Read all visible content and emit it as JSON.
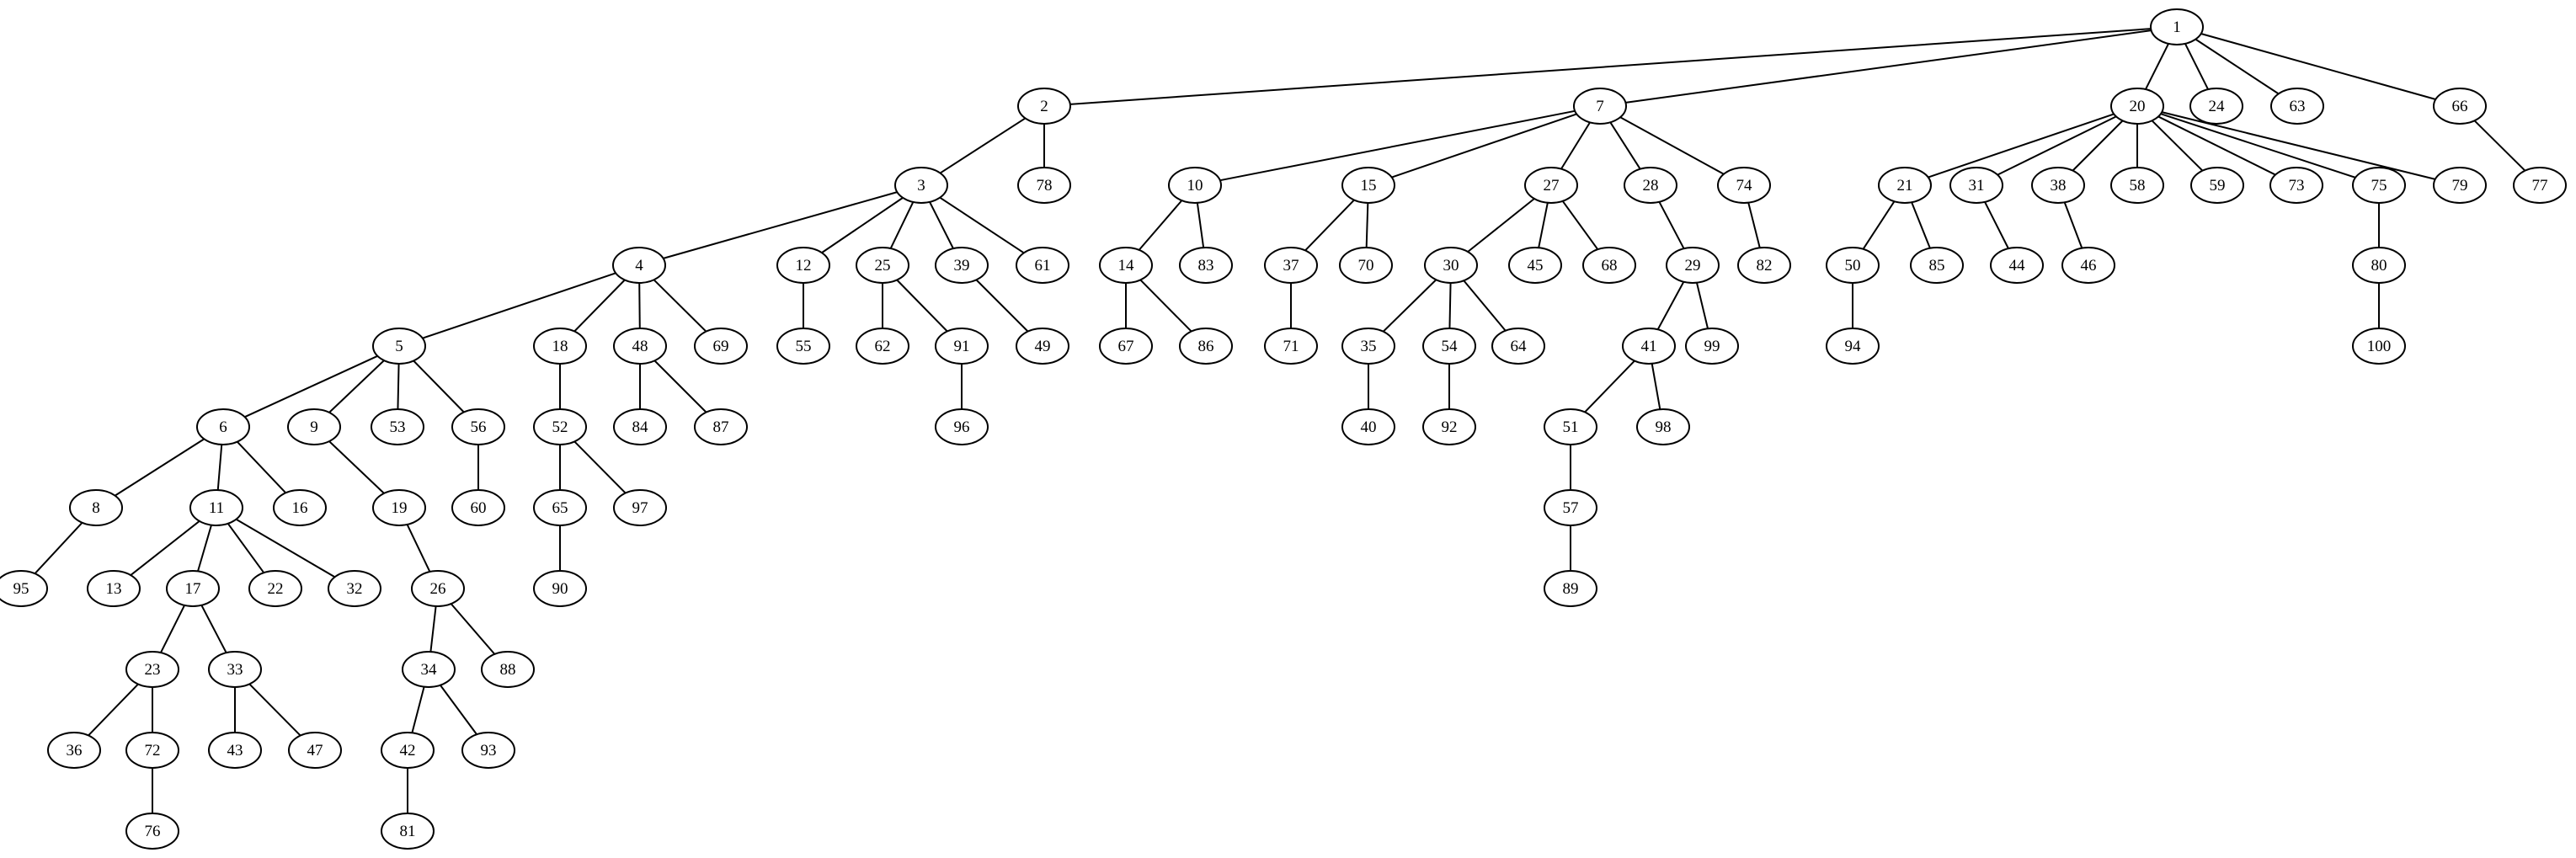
{
  "diagram": {
    "type": "tree",
    "colors": {
      "background": "#ffffff",
      "stroke": "#000000",
      "text": "#000000"
    },
    "nodes": [
      "1",
      "2",
      "3",
      "4",
      "5",
      "6",
      "7",
      "8",
      "9",
      "10",
      "11",
      "12",
      "13",
      "14",
      "15",
      "16",
      "17",
      "18",
      "19",
      "20",
      "21",
      "22",
      "23",
      "24",
      "25",
      "26",
      "27",
      "28",
      "29",
      "30",
      "31",
      "32",
      "33",
      "34",
      "35",
      "36",
      "37",
      "38",
      "39",
      "40",
      "41",
      "42",
      "43",
      "44",
      "45",
      "46",
      "47",
      "48",
      "49",
      "50",
      "51",
      "52",
      "53",
      "54",
      "55",
      "56",
      "57",
      "58",
      "59",
      "60",
      "61",
      "62",
      "63",
      "64",
      "65",
      "66",
      "67",
      "68",
      "69",
      "70",
      "71",
      "72",
      "73",
      "74",
      "75",
      "76",
      "77",
      "78",
      "79",
      "80",
      "81",
      "82",
      "83",
      "84",
      "85",
      "86",
      "87",
      "88",
      "89",
      "90",
      "91",
      "92",
      "93",
      "94",
      "95",
      "96",
      "97",
      "98",
      "99",
      "100"
    ],
    "edges": [
      [
        "1",
        "2"
      ],
      [
        "1",
        "7"
      ],
      [
        "1",
        "20"
      ],
      [
        "1",
        "24"
      ],
      [
        "1",
        "63"
      ],
      [
        "1",
        "66"
      ],
      [
        "2",
        "3"
      ],
      [
        "2",
        "78"
      ],
      [
        "3",
        "4"
      ],
      [
        "3",
        "12"
      ],
      [
        "3",
        "25"
      ],
      [
        "3",
        "39"
      ],
      [
        "3",
        "61"
      ],
      [
        "4",
        "5"
      ],
      [
        "4",
        "18"
      ],
      [
        "4",
        "48"
      ],
      [
        "4",
        "69"
      ],
      [
        "5",
        "6"
      ],
      [
        "5",
        "9"
      ],
      [
        "5",
        "53"
      ],
      [
        "5",
        "56"
      ],
      [
        "6",
        "8"
      ],
      [
        "6",
        "11"
      ],
      [
        "6",
        "16"
      ],
      [
        "8",
        "95"
      ],
      [
        "11",
        "13"
      ],
      [
        "11",
        "17"
      ],
      [
        "11",
        "22"
      ],
      [
        "11",
        "32"
      ],
      [
        "17",
        "23"
      ],
      [
        "17",
        "33"
      ],
      [
        "23",
        "36"
      ],
      [
        "23",
        "72"
      ],
      [
        "72",
        "76"
      ],
      [
        "33",
        "43"
      ],
      [
        "33",
        "47"
      ],
      [
        "9",
        "19"
      ],
      [
        "19",
        "26"
      ],
      [
        "26",
        "34"
      ],
      [
        "26",
        "88"
      ],
      [
        "34",
        "42"
      ],
      [
        "34",
        "93"
      ],
      [
        "42",
        "81"
      ],
      [
        "56",
        "60"
      ],
      [
        "18",
        "52"
      ],
      [
        "52",
        "65"
      ],
      [
        "52",
        "97"
      ],
      [
        "65",
        "90"
      ],
      [
        "48",
        "84"
      ],
      [
        "48",
        "87"
      ],
      [
        "12",
        "55"
      ],
      [
        "25",
        "62"
      ],
      [
        "25",
        "91"
      ],
      [
        "91",
        "96"
      ],
      [
        "39",
        "49"
      ],
      [
        "7",
        "10"
      ],
      [
        "7",
        "15"
      ],
      [
        "7",
        "27"
      ],
      [
        "7",
        "28"
      ],
      [
        "7",
        "74"
      ],
      [
        "10",
        "14"
      ],
      [
        "10",
        "83"
      ],
      [
        "14",
        "67"
      ],
      [
        "14",
        "86"
      ],
      [
        "15",
        "37"
      ],
      [
        "15",
        "70"
      ],
      [
        "37",
        "71"
      ],
      [
        "27",
        "30"
      ],
      [
        "27",
        "45"
      ],
      [
        "27",
        "68"
      ],
      [
        "30",
        "35"
      ],
      [
        "30",
        "54"
      ],
      [
        "30",
        "64"
      ],
      [
        "35",
        "40"
      ],
      [
        "54",
        "92"
      ],
      [
        "28",
        "29"
      ],
      [
        "29",
        "41"
      ],
      [
        "29",
        "99"
      ],
      [
        "41",
        "51"
      ],
      [
        "41",
        "98"
      ],
      [
        "51",
        "57"
      ],
      [
        "57",
        "89"
      ],
      [
        "74",
        "82"
      ],
      [
        "20",
        "21"
      ],
      [
        "20",
        "31"
      ],
      [
        "20",
        "38"
      ],
      [
        "20",
        "58"
      ],
      [
        "20",
        "59"
      ],
      [
        "20",
        "73"
      ],
      [
        "20",
        "75"
      ],
      [
        "20",
        "79"
      ],
      [
        "21",
        "50"
      ],
      [
        "21",
        "85"
      ],
      [
        "50",
        "94"
      ],
      [
        "31",
        "44"
      ],
      [
        "38",
        "46"
      ],
      [
        "75",
        "80"
      ],
      [
        "80",
        "100"
      ],
      [
        "66",
        "77"
      ]
    ]
  }
}
